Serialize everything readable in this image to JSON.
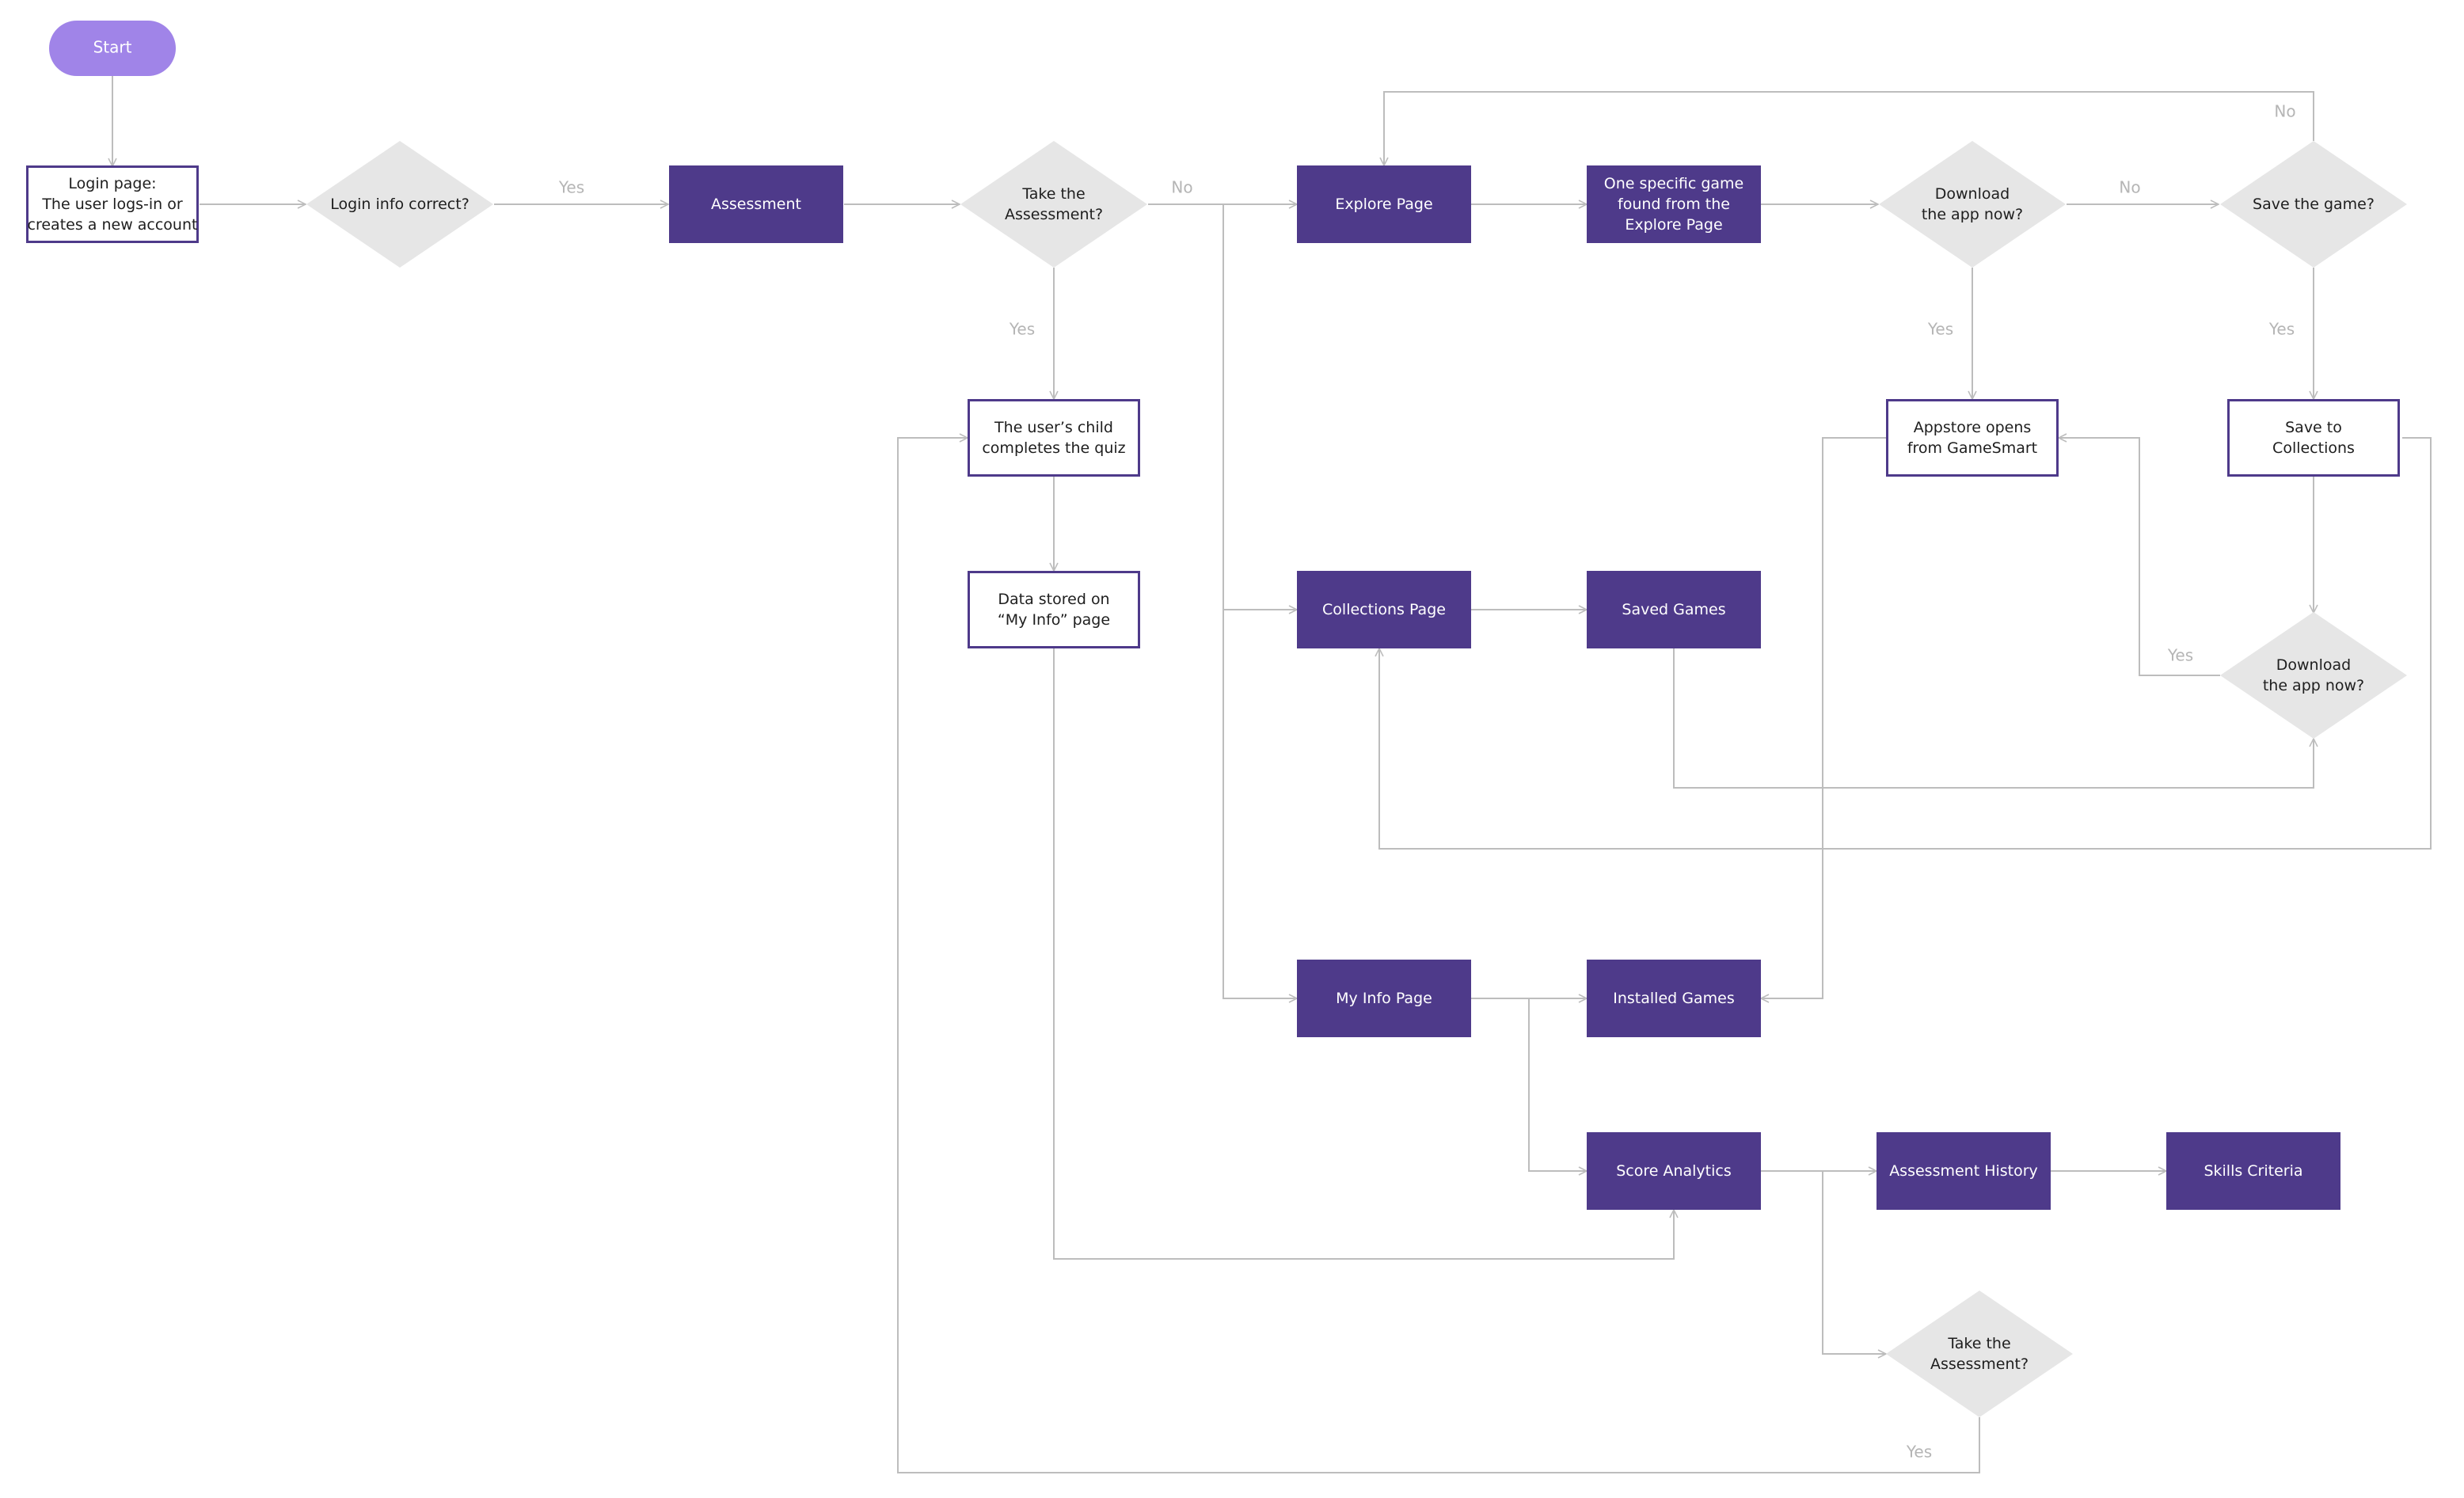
{
  "colors": {
    "purple_fill": "#4E3A8A",
    "start_fill": "#A084E8",
    "outline_stroke": "#4E3A8A",
    "decision_fill": "#E6E6E6",
    "connector": "#BDBDBD",
    "branch_label": "#B5B5B5",
    "dark_text": "#1E1E1E",
    "light_text": "#FFFFFF"
  },
  "nodes": {
    "start": "Start",
    "login_page": [
      "Login page:",
      "The user logs-in or",
      "creates a new account"
    ],
    "login_correct": [
      "Login info correct?"
    ],
    "assessment": [
      "Assessment"
    ],
    "take_assessment_1": [
      "Take the",
      "Assessment?"
    ],
    "explore_page": [
      "Explore Page"
    ],
    "specific_game": [
      "One specific game",
      "found from the",
      "Explore Page"
    ],
    "download_now_1": [
      "Download",
      "the app now?"
    ],
    "save_game": [
      "Save the game?"
    ],
    "child_completes": [
      "The user’s child",
      "completes the quiz"
    ],
    "appstore_opens": [
      "Appstore opens",
      "from GameSmart"
    ],
    "save_collections": [
      "Save to",
      "Collections"
    ],
    "data_stored": [
      "Data stored on",
      "“My Info” page"
    ],
    "collections_page": [
      "Collections Page"
    ],
    "saved_games": [
      "Saved Games"
    ],
    "download_now_2": [
      "Download",
      "the app now?"
    ],
    "my_info_page": [
      "My Info Page"
    ],
    "installed_games": [
      "Installed Games"
    ],
    "score_analytics": [
      "Score Analytics"
    ],
    "assessment_history": [
      "Assessment History"
    ],
    "skills_criteria": [
      "Skills Criteria"
    ],
    "take_assessment_2": [
      "Take the",
      "Assessment?"
    ]
  },
  "branch_labels": {
    "login_yes": "Yes",
    "assess_no": "No",
    "assess_yes": "Yes",
    "save_loop_no": "No",
    "download1_no": "No",
    "download1_yes": "Yes",
    "save_yes": "Yes",
    "download2_yes": "Yes",
    "assess2_yes": "Yes"
  }
}
